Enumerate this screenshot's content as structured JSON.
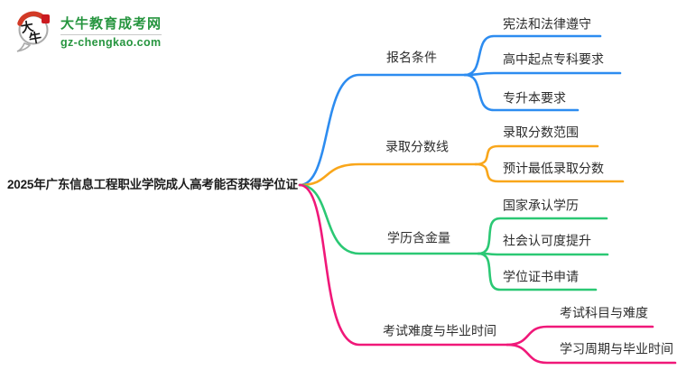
{
  "logo": {
    "bubble_text_top": "大",
    "bubble_text_bottom": "牛",
    "title": "大牛教育成考网",
    "url": "gz-chengkao.com"
  },
  "root": {
    "label": "2025年广东信息工程职业学院成人高考能否获得学位证"
  },
  "branches": [
    {
      "label": "报名条件",
      "color": "#2D8CF0",
      "children": [
        "宪法和法律遵守",
        "高中起点专科要求",
        "专升本要求"
      ]
    },
    {
      "label": "录取分数线",
      "color": "#F9A61A",
      "children": [
        "录取分数范围",
        "预计最低录取分数"
      ]
    },
    {
      "label": "学历含金量",
      "color": "#2BC874",
      "children": [
        "国家承认学历",
        "社会认可度提升",
        "学位证书申请"
      ]
    },
    {
      "label": "考试难度与毕业时间",
      "color": "#F01879",
      "children": [
        "考试科目与难度",
        "学习周期与毕业时间"
      ]
    }
  ],
  "colors": {
    "text": "#2d2d2d",
    "logo_green": "#26953F",
    "logo_red": "#cb1a20"
  }
}
